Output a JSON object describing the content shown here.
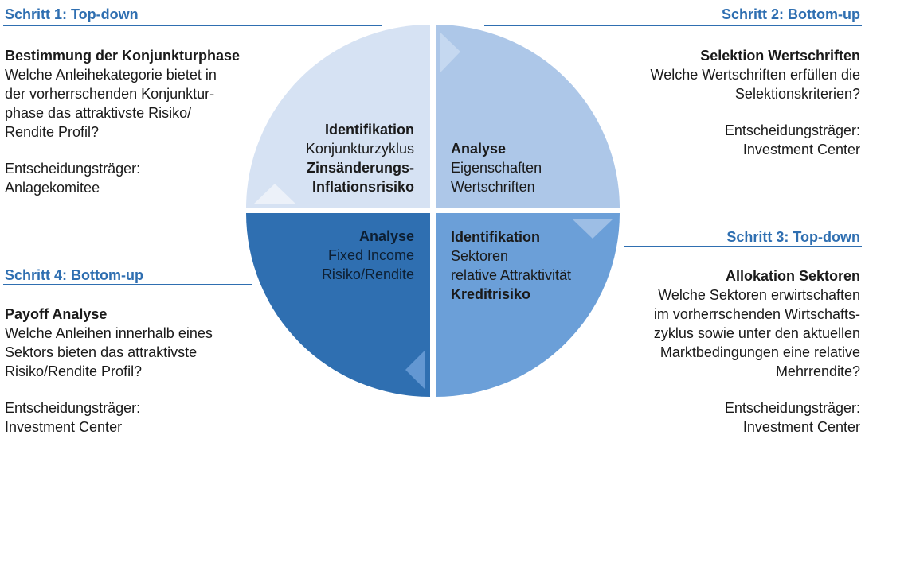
{
  "colors": {
    "accent": "#2f6fb1",
    "q_top_left": "#d6e2f3",
    "q_top_right": "#adc7e8",
    "q_bottom_right": "#6b9fd8",
    "q_bottom_left": "#2f6fb1"
  },
  "step1": {
    "title": "Schritt 1: Top-down",
    "heading": "Bestimmung der Konjunkturphase",
    "lines": [
      "Welche Anleihekategorie bietet in",
      "der vorherrschenden Konjunktur-",
      "phase das attraktivste Risiko/",
      "Rendite Profil?"
    ],
    "decider_label": "Entscheidungsträger:",
    "decider": "Anlagekomitee"
  },
  "step2": {
    "title": "Schritt 2: Bottom-up",
    "heading": "Selektion Wertschriften",
    "lines": [
      "Welche Wertschriften erfüllen die",
      "Selektionskriterien?"
    ],
    "decider_label": "Entscheidungsträger:",
    "decider": "Investment Center"
  },
  "step3": {
    "title": "Schritt 3: Top-down",
    "heading": "Allokation Sektoren",
    "lines": [
      "Welche Sektoren erwirtschaften",
      "im vorherrschenden Wirtschafts-",
      "zyklus sowie unter den aktuellen",
      "Marktbedingungen eine relative",
      "Mehrrendite?"
    ],
    "decider_label": "Entscheidungsträger:",
    "decider": "Investment Center"
  },
  "step4": {
    "title": "Schritt 4: Bottom-up",
    "heading": "Payoff Analyse",
    "lines": [
      "Welche Anleihen innerhalb eines",
      "Sektors bieten das attraktivste",
      "Risiko/Rendite Profil?"
    ],
    "decider_label": "Entscheidungsträger:",
    "decider": "Investment Center"
  },
  "quadrants": {
    "top_left": {
      "title": "Identifikation",
      "line1": "Konjunkturzyklus",
      "bold1": "Zinsänderungs-",
      "bold2": "Inflationsrisiko"
    },
    "top_right": {
      "title": "Analyse",
      "line1": "Eigenschaften",
      "line2": "Wertschriften"
    },
    "bottom_right": {
      "title": "Identifikation",
      "line1": "Sektoren",
      "line2": "relative Attraktivität",
      "bold1": "Kreditrisiko"
    },
    "bottom_left": {
      "title": "Analyse",
      "line1": "Fixed Income",
      "line2": "Risiko/Rendite"
    }
  }
}
